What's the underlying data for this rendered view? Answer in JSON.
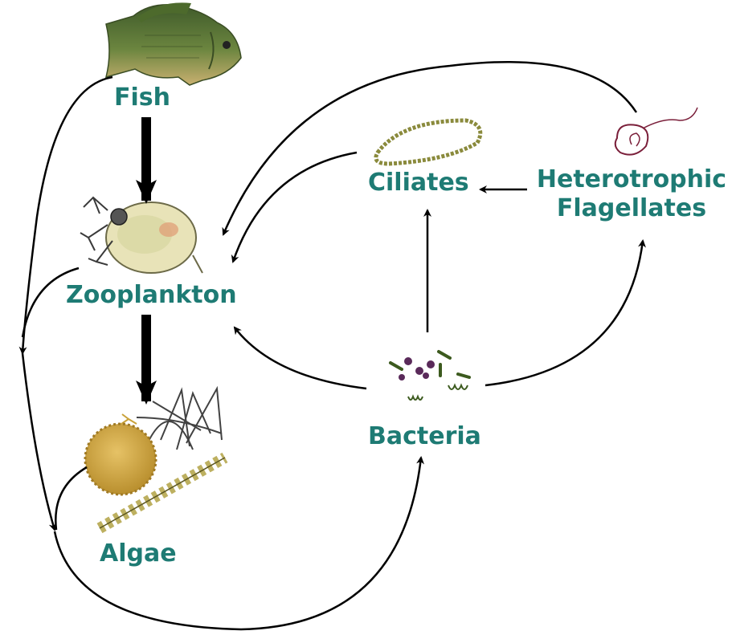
{
  "colors": {
    "label": "#1e7b74",
    "arrow": "#000000",
    "fish_body": "#5f7a38",
    "algae_round": "#d9b14a",
    "algae_spiral": "#c9c67a",
    "zooplankton": "#e8e3b8",
    "ciliate": "#8a8a3c",
    "flagellate": "#7a1f3a",
    "bacteria_purple": "#5a2a5a",
    "bacteria_green": "#3c5a1e"
  },
  "icons": {
    "fish": "fish-icon",
    "zooplankton": "zooplankton-icon",
    "algae": "algae-icon",
    "ciliates": "ciliate-icon",
    "flagellates": "flagellate-icon",
    "bacteria": "bacteria-icon"
  },
  "nodes": {
    "fish": "Fish",
    "zooplankton": "Zooplankton",
    "algae": "Algae",
    "ciliates": "Ciliates",
    "heterotrophic": "Heterotrophic",
    "flagellates": "Flagellates",
    "bacteria": "Bacteria"
  }
}
